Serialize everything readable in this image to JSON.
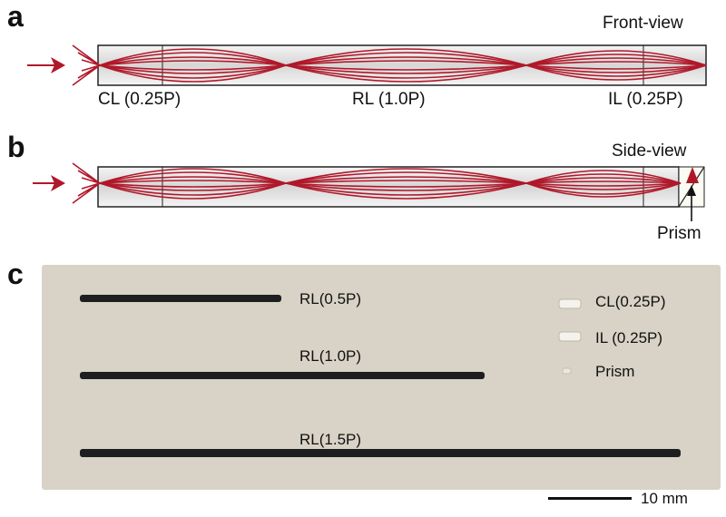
{
  "panel_a": {
    "letter": "a",
    "view_label": "Front-view",
    "segment_labels": [
      "CL (0.25P)",
      "RL (1.0P)",
      "IL (0.25P)"
    ]
  },
  "panel_b": {
    "letter": "b",
    "view_label": "Side-view",
    "prism_label": "Prism"
  },
  "panel_c": {
    "letter": "c",
    "rod_labels": [
      "RL(0.5P)",
      "RL(1.0P)",
      "RL(1.5P)"
    ],
    "small_labels": [
      "CL(0.25P)",
      "IL (0.25P)",
      "Prism"
    ],
    "scale_label": "10 mm"
  },
  "colors": {
    "ray": "#b0182a",
    "photo_bg": "#d8d3c6",
    "rod": "#1e1e20"
  }
}
